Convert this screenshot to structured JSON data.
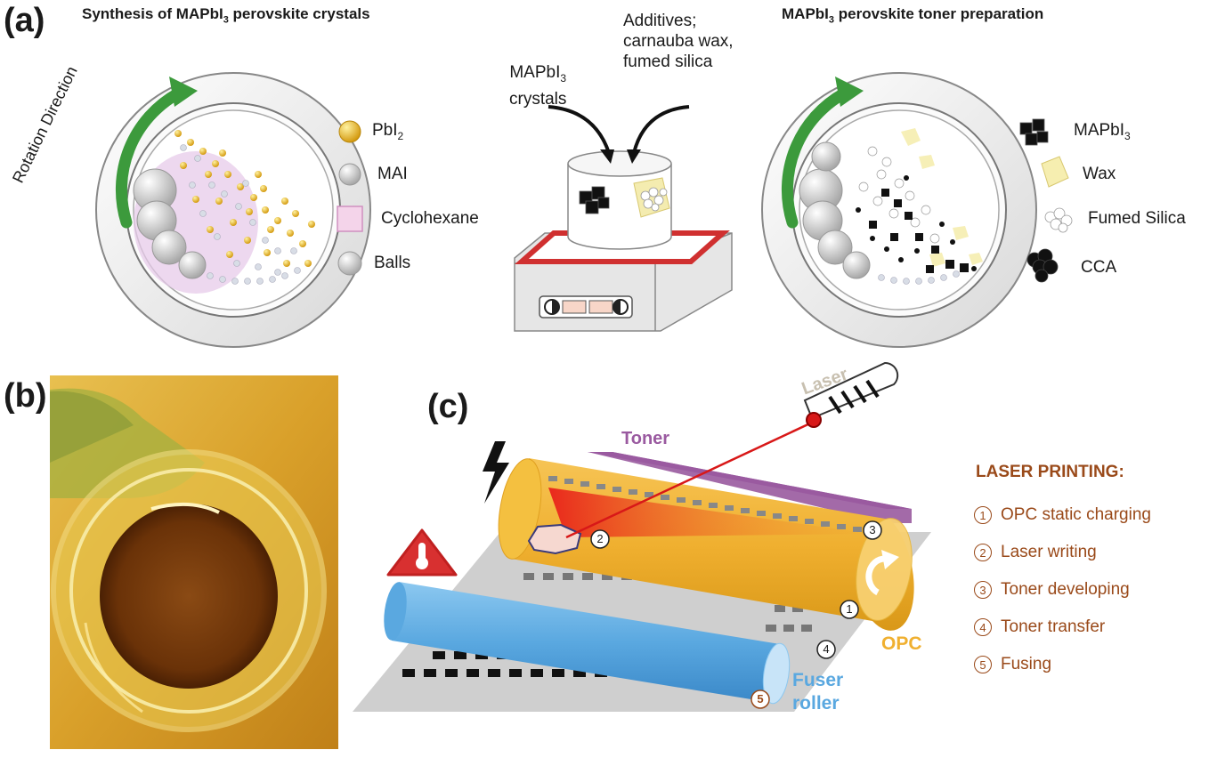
{
  "panel_a": {
    "letter": "(a)",
    "left_title_pre": "Synthesis of MAPbI",
    "left_title_sub": "3",
    "left_title_post": " perovskite crystals",
    "rotation_label": "Rotation Direction",
    "left_legend": {
      "pbi2_pre": "PbI",
      "pbi2_sub": "2",
      "mai": "MAI",
      "cyclohexane": "Cyclohexane",
      "balls": "Balls"
    },
    "center": {
      "crystals_line1_pre": "MAPbI",
      "crystals_line1_sub": "3",
      "crystals_line2": "crystals",
      "additives_line1": "Additives;",
      "additives_line2": "carnauba wax,",
      "additives_line3": "fumed silica"
    },
    "right_title_pre": "MAPbI",
    "right_title_sub": "3",
    "right_title_post": " perovskite toner preparation",
    "right_legend": {
      "mapbi3_pre": "MAPbI",
      "mapbi3_sub": "3",
      "wax": "Wax",
      "fumed_silica": "Fumed Silica",
      "cca": "CCA"
    }
  },
  "panel_b": {
    "letter": "(b)"
  },
  "panel_c": {
    "letter": "(c)",
    "laser": "Laser",
    "toner": "Toner",
    "opc": "OPC",
    "fuser_line1": "Fuser",
    "fuser_line2": "roller",
    "markers": [
      "1",
      "2",
      "3",
      "4",
      "5"
    ],
    "legend_title": "LASER PRINTING:",
    "steps": [
      {
        "num": "1",
        "label": "OPC static charging"
      },
      {
        "num": "2",
        "label": "Laser writing"
      },
      {
        "num": "3",
        "label": "Toner developing"
      },
      {
        "num": "4",
        "label": "Toner transfer"
      },
      {
        "num": "5",
        "label": "Fusing"
      }
    ]
  },
  "colors": {
    "label_brown": "#9a4a1a",
    "opc_orange": "#f0b030",
    "toner_purple": "#9a5aa0",
    "fuser_blue": "#5aa8e0",
    "laser_red": "#e02020",
    "rotation_green": "#3c9a3c",
    "pbi2_gold": "#e0a820",
    "photo_yellow": "#d9a02a"
  }
}
